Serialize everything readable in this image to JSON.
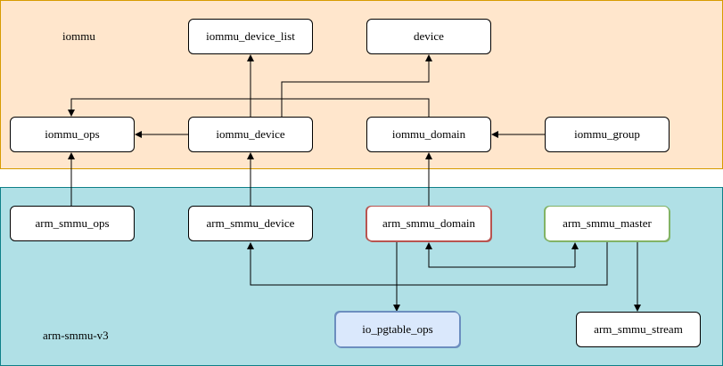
{
  "regions": {
    "iommu": {
      "label": "iommu",
      "fill": "#ffe6cc",
      "stroke": "#d79b00"
    },
    "smmu": {
      "label": "arm-smmu-v3",
      "fill": "#b0e0e6",
      "stroke": "#0e8088"
    }
  },
  "nodes": {
    "iommu_device_list": "iommu_device_list",
    "device": "device",
    "iommu_ops": "iommu_ops",
    "iommu_device": "iommu_device",
    "iommu_domain": "iommu_domain",
    "iommu_group": "iommu_group",
    "arm_smmu_ops": "arm_smmu_ops",
    "arm_smmu_device": "arm_smmu_device",
    "arm_smmu_domain": "arm_smmu_domain",
    "arm_smmu_master": "arm_smmu_master",
    "io_pgtable_ops": "io_pgtable_ops",
    "arm_smmu_stream": "arm_smmu_stream"
  },
  "highlight_colors": {
    "arm_smmu_domain": "#b85450",
    "arm_smmu_master": "#82b366",
    "io_pgtable_ops": "#6c8ebf"
  },
  "edges": [
    {
      "from": "iommu_device",
      "to": "iommu_device_list"
    },
    {
      "from": "iommu_device",
      "to": "device"
    },
    {
      "from": "iommu_device",
      "to": "iommu_ops"
    },
    {
      "from": "iommu_domain",
      "to": "iommu_ops"
    },
    {
      "from": "iommu_group",
      "to": "iommu_domain"
    },
    {
      "from": "arm_smmu_ops",
      "to": "iommu_ops"
    },
    {
      "from": "arm_smmu_device",
      "to": "iommu_device"
    },
    {
      "from": "arm_smmu_domain",
      "to": "iommu_domain"
    },
    {
      "from": "arm_smmu_domain",
      "to": "io_pgtable_ops"
    },
    {
      "from": "arm_smmu_domain",
      "to": "arm_smmu_master"
    },
    {
      "from": "arm_smmu_master",
      "to": "arm_smmu_domain"
    },
    {
      "from": "arm_smmu_master",
      "to": "arm_smmu_device"
    },
    {
      "from": "arm_smmu_master",
      "to": "arm_smmu_stream"
    }
  ]
}
